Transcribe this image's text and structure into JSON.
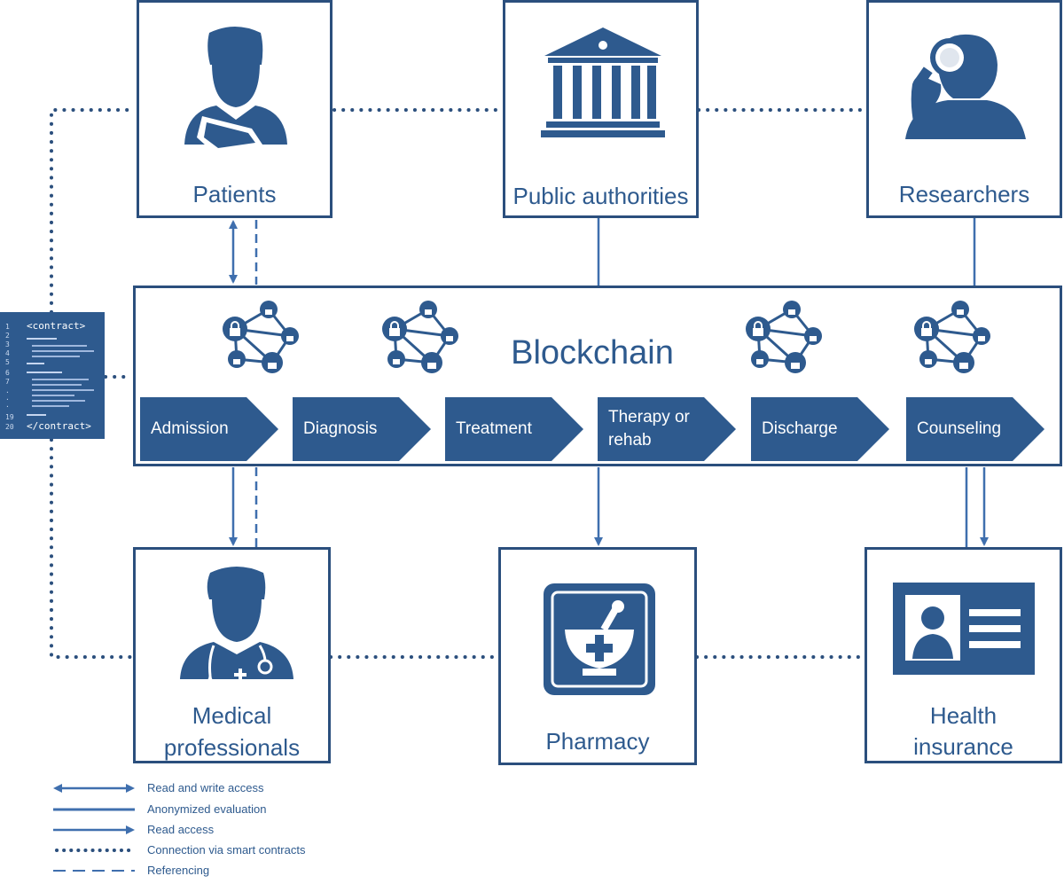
{
  "colors": {
    "box_border": "#2b4f7d",
    "text": "#2e5a8e",
    "arrow": "#3f6fae",
    "dotted": "#2b4f7d",
    "icon_fill": "#2e5a8e",
    "step_fill": "#2e5a8e"
  },
  "actors": {
    "patients": {
      "label": "Patients",
      "icon": "patient-icon"
    },
    "public_authorities": {
      "label": "Public authorities",
      "icon": "government-building-icon"
    },
    "researchers": {
      "label": "Researchers",
      "icon": "researcher-magnifier-icon"
    },
    "medical_professionals": {
      "label_line1": "Medical",
      "label_line2": "professionals",
      "icon": "doctor-icon"
    },
    "pharmacy": {
      "label": "Pharmacy",
      "icon": "mortar-pestle-icon"
    },
    "health_insurance": {
      "label_line1": "Health",
      "label_line2": "insurance",
      "icon": "insurance-card-icon"
    }
  },
  "blockchain": {
    "title": "Blockchain",
    "node_icon": "locked-network-icon",
    "steps": [
      {
        "label": "Admission"
      },
      {
        "label": "Diagnosis"
      },
      {
        "label": "Treatment"
      },
      {
        "label": "Therapy or rehab"
      },
      {
        "label": "Discharge"
      },
      {
        "label": "Counseling"
      }
    ]
  },
  "contract": {
    "open_tag": "<contract>",
    "close_tag": "</contract>",
    "line_numbers": [
      "1",
      "2",
      "3",
      "4",
      "5",
      "6",
      "7",
      ".",
      ".",
      ".",
      "19",
      "20"
    ],
    "icon": "smart-contract-icon"
  },
  "legend": [
    {
      "label": "Read and write access",
      "style": "double-arrow"
    },
    {
      "label": "Anonymized evaluation",
      "style": "solid"
    },
    {
      "label": "Read access",
      "style": "arrow"
    },
    {
      "label": "Connection via smart contracts",
      "style": "dotted"
    },
    {
      "label": "Referencing",
      "style": "dashed"
    }
  ]
}
